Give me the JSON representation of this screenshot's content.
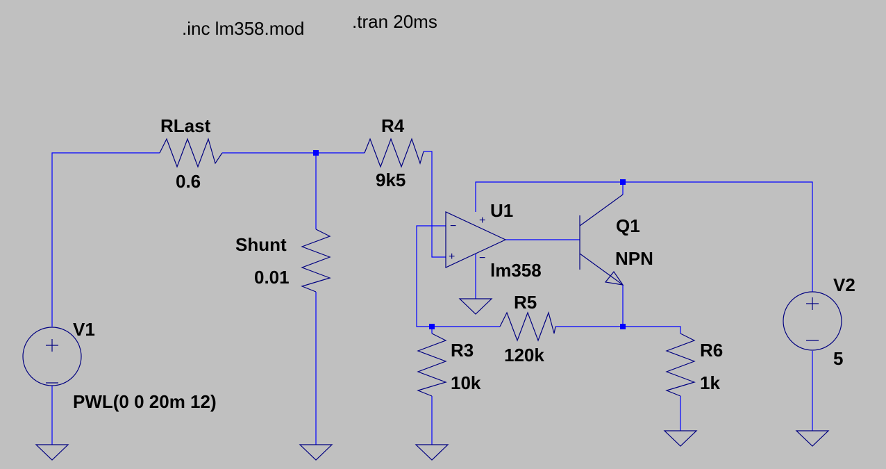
{
  "directives": {
    "include": ".inc lm358.mod",
    "tran": ".tran 20ms"
  },
  "components": {
    "rlast": {
      "name": "RLast",
      "value": "0.6"
    },
    "r4": {
      "name": "R4",
      "value": "9k5"
    },
    "shunt": {
      "name": "Shunt",
      "value": "0.01"
    },
    "u1": {
      "name": "U1",
      "value": "lm358"
    },
    "q1": {
      "name": "Q1",
      "value": "NPN"
    },
    "r5": {
      "name": "R5",
      "value": "120k"
    },
    "r3": {
      "name": "R3",
      "value": "10k"
    },
    "r6": {
      "name": "R6",
      "value": "1k"
    },
    "v1": {
      "name": "V1",
      "value": "PWL(0 0 20m 12)"
    },
    "v2": {
      "name": "V2",
      "value": "5"
    }
  },
  "pins": {
    "plus": "+",
    "minus": "−"
  },
  "colors": {
    "background": "#c0c0c0",
    "wire": "#0000ff",
    "symbol": "#000080",
    "text": "#000000"
  }
}
